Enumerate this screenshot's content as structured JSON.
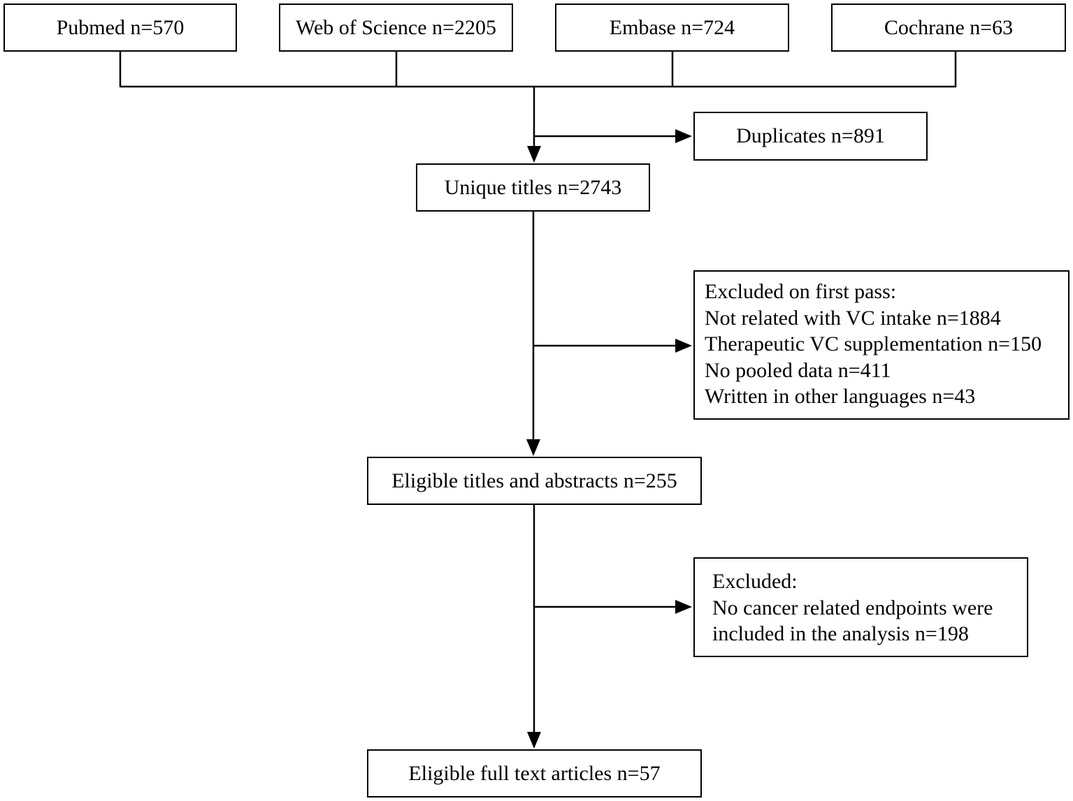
{
  "sources": [
    {
      "label": "Pubmed n=570"
    },
    {
      "label": "Web of Science n=2205"
    },
    {
      "label": "Embase n=724"
    },
    {
      "label": "Cochrane n=63"
    }
  ],
  "duplicates": {
    "label": "Duplicates n=891"
  },
  "unique_titles": {
    "label": "Unique titles n=2743"
  },
  "first_pass_exclusions": {
    "heading": "Excluded on first pass:",
    "items": [
      "Not related with VC intake n=1884",
      "Therapeutic VC supplementation n=150",
      "No pooled data n=411",
      "Written in other languages n=43"
    ]
  },
  "eligible_titles_abstracts": {
    "label": "Eligible titles and abstracts n=255"
  },
  "second_exclusions": {
    "heading": "Excluded:",
    "items": [
      "No cancer related endpoints were",
      "included in the analysis n=198"
    ]
  },
  "eligible_full_text": {
    "label": "Eligible full text articles n=57"
  },
  "colors": {
    "line": "#000000",
    "box_border": "#000000",
    "background": "#ffffff"
  }
}
